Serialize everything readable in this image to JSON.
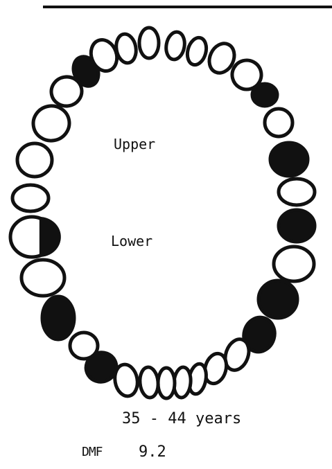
{
  "diagram": {
    "upper_label": "Upper",
    "lower_label": "Lower",
    "age_group": "35 - 44 years",
    "dmf_label": "DMF",
    "dmf_value": "9.2"
  },
  "teeth": [
    {
      "id": "U-R8",
      "status": "sound"
    },
    {
      "id": "U-R7",
      "status": "sound"
    },
    {
      "id": "U-R6",
      "status": "sound"
    },
    {
      "id": "U-R5",
      "status": "sound"
    },
    {
      "id": "U-R4",
      "status": "decayed"
    },
    {
      "id": "U-R3",
      "status": "sound"
    },
    {
      "id": "U-R2",
      "status": "sound"
    },
    {
      "id": "U-R1",
      "status": "sound"
    },
    {
      "id": "U-L1",
      "status": "sound"
    },
    {
      "id": "U-L2",
      "status": "sound"
    },
    {
      "id": "U-L3",
      "status": "sound"
    },
    {
      "id": "U-L4",
      "status": "sound"
    },
    {
      "id": "U-L5",
      "status": "decayed"
    },
    {
      "id": "U-L6",
      "status": "sound"
    },
    {
      "id": "U-L7",
      "status": "decayed"
    },
    {
      "id": "U-L8",
      "status": "sound"
    },
    {
      "id": "L-L8",
      "status": "decayed"
    },
    {
      "id": "L-L7",
      "status": "sound"
    },
    {
      "id": "L-L6",
      "status": "decayed"
    },
    {
      "id": "L-L5",
      "status": "decayed"
    },
    {
      "id": "L-L4",
      "status": "sound"
    },
    {
      "id": "L-L3",
      "status": "sound"
    },
    {
      "id": "L-L2",
      "status": "sound"
    },
    {
      "id": "L-L1",
      "status": "sound"
    },
    {
      "id": "L-R1",
      "status": "sound"
    },
    {
      "id": "L-R2",
      "status": "sound"
    },
    {
      "id": "L-R3",
      "status": "sound"
    },
    {
      "id": "L-R4",
      "status": "decayed"
    },
    {
      "id": "L-R5",
      "status": "sound"
    },
    {
      "id": "L-R6",
      "status": "decayed"
    },
    {
      "id": "L-R7",
      "status": "sound"
    },
    {
      "id": "L-R8",
      "status": "half-filled"
    }
  ],
  "colors": {
    "ink": "#111111",
    "paper": "#ffffff"
  }
}
